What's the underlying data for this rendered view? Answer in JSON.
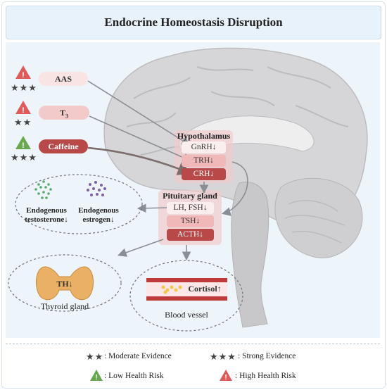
{
  "title": "Endocrine Homeostasis Disruption",
  "agents": [
    {
      "name": "AAS",
      "stars": "★★★",
      "risk": "high"
    },
    {
      "name": "T",
      "sub": "3",
      "stars": "★★",
      "risk": "high"
    },
    {
      "name": "Caffeine",
      "stars": "★★★",
      "risk": "low"
    }
  ],
  "hypothalamus": {
    "title": "Hypothalamus",
    "items": [
      "GnRH↓",
      "TRH↓",
      "CRH↓"
    ]
  },
  "pituitary": {
    "title": "Pituitary gland",
    "items": [
      "LH, FSH↓",
      "TSH↓",
      "ACTH↓"
    ]
  },
  "hormones": {
    "testosterone": "Endogenous testosterone↓",
    "estrogen": "Endogenous estrogen↓"
  },
  "thyroid": {
    "badge": "TH↓",
    "label": "Thyroid gland"
  },
  "vessel": {
    "badge": "Cortisol↑",
    "label": "Blood vessel"
  },
  "legend": {
    "moderate_stars": "★★",
    "moderate_label": ": Moderate Evidence",
    "strong_stars": "★★★",
    "strong_label": ": Strong Evidence",
    "low_label": ": Low Health Risk",
    "high_label": ": High Health Risk"
  },
  "colors": {
    "high_risk": "#e05a5a",
    "low_risk": "#6aa84f",
    "pill_light": "#f8dcdc",
    "pill_dark": "#b94848",
    "brain": "#d3d3d5",
    "panel": "#edf4fa"
  }
}
